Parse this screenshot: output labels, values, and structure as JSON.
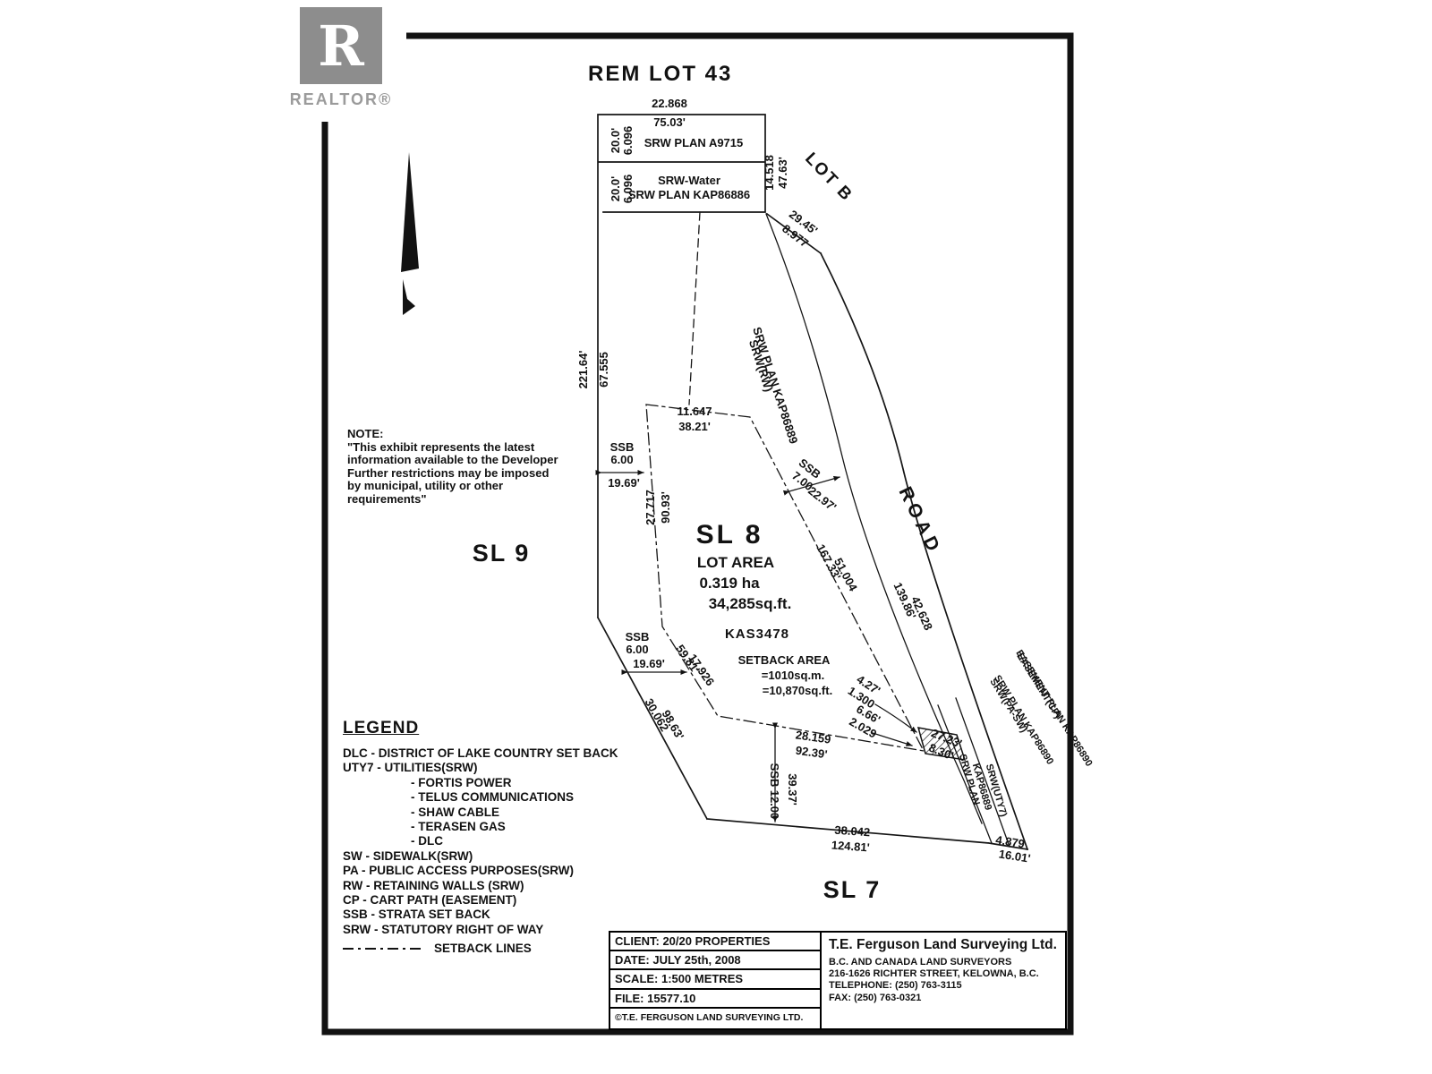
{
  "colors": {
    "ink": "#121212",
    "logo_gray": "#8d8d8d",
    "paper": "#ffffff"
  },
  "branding": {
    "logo_letter": "R",
    "logo_label": "REALTOR®"
  },
  "plan": {
    "title": "REM LOT 43",
    "lot_b": "LOT B",
    "road": "ROAD",
    "sl8": "SL 8",
    "sl9": "SL 9",
    "sl7": "SL 7",
    "lot_area_title": "LOT AREA",
    "lot_area_ha": "0.319 ha",
    "lot_area_sqft": "34,285sq.ft.",
    "kas": "KAS3478",
    "setback_area_title": "SETBACK AREA",
    "setback_sqm": "=1010sq.m.",
    "setback_sqft": "=10,870sq.ft."
  },
  "dims": {
    "top_m": "22.868",
    "top_ft": "75.03'",
    "srw_a9715": "SRW PLAN A9715",
    "strip1_ft": "20.0'",
    "strip1_m": "6.096",
    "strip2_ft": "20.0'",
    "strip2_m": "6.096",
    "srw_water_1": "SRW-Water",
    "srw_water_2": "SRW PLAN KAP86886",
    "right_m": "14.518",
    "right_ft": "47.63'",
    "diag_ft": "29.45'",
    "diag_m": "8.977",
    "srw_rw_1": "SRW(RW)",
    "srw_rw_2": "SRW PLAN KAP86889",
    "left_ft": "221.64'",
    "left_m": "67.555",
    "sb_top_m": "11.647",
    "sb_top_ft": "38.21'",
    "ssb1_label": "SSB",
    "ssb1_m": "6.00",
    "ssb1_ft": "19.69'",
    "sb_left_m": "27.717",
    "sb_left_ft": "90.93'",
    "ssb2_label": "SSB",
    "ssb2_m": "7.00",
    "ssb2_ft": "22.97'",
    "sb_diag_ft": "167.33'",
    "sb_diag_m": "51.004",
    "road_ft": "139.86'",
    "road_m": "42.628",
    "ssb3_label": "SSB",
    "ssb3_m": "6.00",
    "ssb3_ft": "19.69'",
    "sb_ll_ft": "59.81'",
    "sb_ll_m": "17.926",
    "ll_m": "30.062",
    "ll_ft": "98.63'",
    "d427_ft": "4.27'",
    "d427_m": "1.300",
    "d666_ft": "6.66'",
    "d666_m": "2.029",
    "sb_bot_m": "28.159",
    "sb_bot_ft": "92.39'",
    "d2723_ft": "27.23'",
    "d2723_ft2": "8.30'",
    "ssb4_label": "SSB",
    "ssb4_m": "12.00",
    "ssb4_ft": "39.37'",
    "bot_m": "38.042",
    "bot_ft": "124.81'",
    "srw_uty_1": "SRW PLAN",
    "srw_uty_2": "KAP86889",
    "srw_uty_3": "SRW(UTY7)",
    "ease_pa": "SRW(PA-SW)",
    "ease_pa_plan": "SRW PLAN KAP86890",
    "ease_cp": "EASEMENT(CP)",
    "ease_cp_plan": "EASEMENT PLAN KAP86890",
    "br_m": "4.879",
    "br_ft": "16.01'"
  },
  "note": {
    "heading": "NOTE:",
    "lines": [
      "\"This exhibit represents the latest",
      "information available to the Developer",
      "Further restrictions may be imposed",
      "by municipal, utility or other",
      "requirements\""
    ]
  },
  "legend": {
    "heading": "LEGEND",
    "items": [
      "DLC - DISTRICT OF LAKE COUNTRY SET BACK",
      "UTY7 - UTILITIES(SRW)",
      "- FORTIS POWER",
      "- TELUS COMMUNICATIONS",
      "- SHAW CABLE",
      "- TERASEN GAS",
      "- DLC",
      "SW - SIDEWALK(SRW)",
      "PA - PUBLIC ACCESS PURPOSES(SRW)",
      "RW - RETAINING WALLS (SRW)",
      "CP - CART PATH (EASEMENT)",
      "SSB - STRATA SET BACK",
      "SRW - STATUTORY RIGHT OF WAY"
    ],
    "setback_label": "SETBACK LINES"
  },
  "title_block": {
    "client": "CLIENT: 20/20 PROPERTIES",
    "date": "DATE: JULY 25th, 2008",
    "scale": "SCALE: 1:500 METRES",
    "file": "FILE: 15577.10",
    "copyright": "©T.E. FERGUSON LAND SURVEYING LTD.",
    "firm_name": "T.E. Ferguson Land Surveying Ltd.",
    "firm_line1": "B.C. AND CANADA LAND SURVEYORS",
    "firm_line2": "216-1626 RICHTER STREET, KELOWNA, B.C.",
    "firm_line3": "TELEPHONE: (250) 763-3115",
    "firm_line4": "FAX: (250) 763-0321"
  }
}
